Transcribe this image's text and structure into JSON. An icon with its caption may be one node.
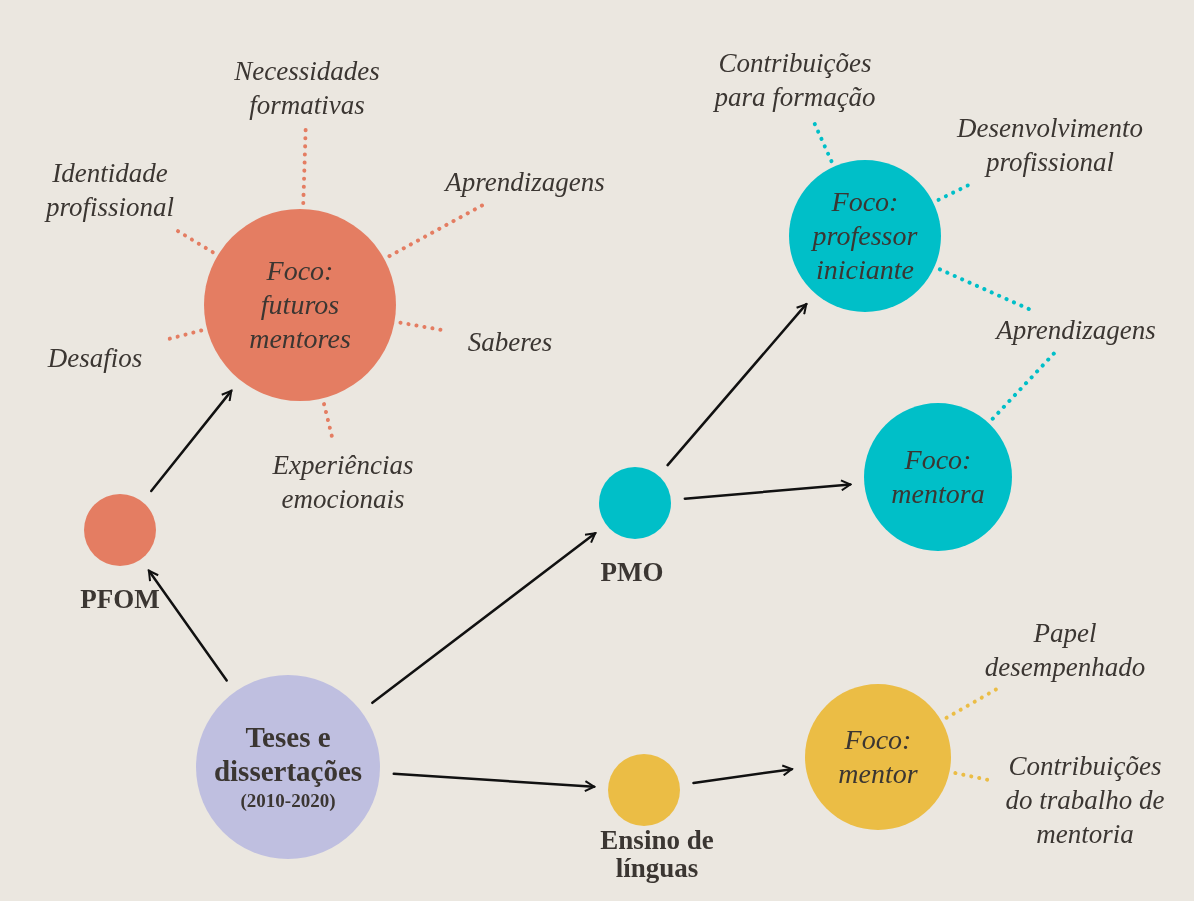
{
  "diagram": {
    "nodes": [
      {
        "text": [
          "Teses e dissertações",
          "(2010-2020)"
        ]
      },
      {
        "text": [],
        "shape": "circle",
        "beside": [
          "PFOM"
        ]
      },
      {
        "text": [
          "Foco: futuros mentores"
        ]
      },
      {
        "text": [
          "Necessidades formativas"
        ]
      },
      {
        "text": [
          "Identidade profissional"
        ]
      },
      {
        "text": [
          "Aprendizagens"
        ]
      },
      {
        "text": [
          "Desafios"
        ]
      },
      {
        "text": [
          "Saberes"
        ]
      },
      {
        "text": [
          "Experiências emocionais"
        ]
      },
      {
        "text": [],
        "shape": "circle",
        "beside": [
          "PMO"
        ]
      },
      {
        "text": [
          "Foco: professor iniciante"
        ]
      },
      {
        "text": [
          "Foco: mentora"
        ]
      },
      {
        "text": [
          "Contribuições para formação"
        ]
      },
      {
        "text": [
          "Desenvolvimento profissional"
        ]
      },
      {
        "text": [
          "Aprendizagens"
        ]
      },
      {
        "text": [],
        "shape": "circle",
        "beside": [
          "Ensino de línguas"
        ]
      },
      {
        "text": [
          "Foco: mentor"
        ]
      },
      {
        "text": [
          "Papel desempenhado"
        ]
      },
      {
        "text": [
          "Contribuições do trabalho de mentoria"
        ]
      }
    ],
    "edges": [
      {
        "from": 0,
        "to": 1,
        "arrow": "to"
      },
      {
        "from": 1,
        "to": 2,
        "arrow": "to"
      },
      {
        "from": 0,
        "to": 9,
        "arrow": "to"
      },
      {
        "from": 9,
        "to": 10,
        "arrow": "to"
      },
      {
        "from": 9,
        "to": 11,
        "arrow": "to"
      },
      {
        "from": 0,
        "to": 15,
        "arrow": "to"
      },
      {
        "from": 15,
        "to": 16,
        "arrow": "to"
      },
      {
        "from": 2,
        "to": 3,
        "arrow": "none",
        "style": "dashed",
        "color": "#e47d62"
      },
      {
        "from": 2,
        "to": 4,
        "arrow": "none",
        "style": "dashed",
        "color": "#e47d62"
      },
      {
        "from": 2,
        "to": 5,
        "arrow": "none",
        "style": "dashed",
        "color": "#e47d62"
      },
      {
        "from": 2,
        "to": 6,
        "arrow": "none",
        "style": "dashed",
        "color": "#e47d62"
      },
      {
        "from": 2,
        "to": 7,
        "arrow": "none",
        "style": "dashed",
        "color": "#e47d62"
      },
      {
        "from": 2,
        "to": 8,
        "arrow": "none",
        "style": "dashed",
        "color": "#e47d62"
      },
      {
        "from": 10,
        "to": 12,
        "arrow": "none",
        "style": "dashed",
        "color": "#00bfc8"
      },
      {
        "from": 10,
        "to": 13,
        "arrow": "none",
        "style": "dashed",
        "color": "#00bfc8"
      },
      {
        "from": 10,
        "to": 14,
        "arrow": "none",
        "style": "dashed",
        "color": "#00bfc8"
      },
      {
        "from": 11,
        "to": 14,
        "arrow": "none",
        "style": "dashed",
        "color": "#00bfc8"
      },
      {
        "from": 16,
        "to": 17,
        "arrow": "none",
        "style": "dashed",
        "color": "#ebbd45"
      },
      {
        "from": 16,
        "to": 18,
        "arrow": "none",
        "style": "dashed",
        "color": "#ebbd45"
      }
    ]
  }
}
